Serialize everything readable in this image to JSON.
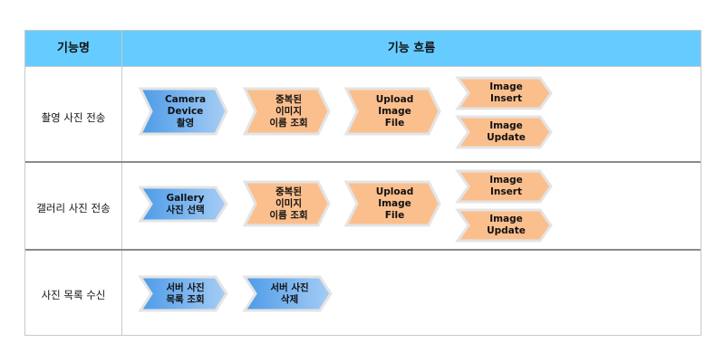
{
  "header": {
    "col1": "기능명",
    "col2": "기능 흐름"
  },
  "colors": {
    "header_bg": "#66ccff",
    "blue_start": "#4d9be8",
    "blue_end": "#a6cdf5",
    "orange": "#fbbf8e"
  },
  "rows": [
    {
      "name": "촬영 사진 전송",
      "steps": [
        "Camera\nDevice\n촬영",
        "중복된\n이미지\n이름 조회",
        "Upload\nImage\nFile",
        "Image\nInsert",
        "Image\nUpdate"
      ]
    },
    {
      "name": "갤러리 사진 전송",
      "steps": [
        "Gallery\n사진 선택",
        "중복된\n이미지\n이름 조회",
        "Upload\nImage\nFile",
        "Image\nInsert",
        "Image\nUpdate"
      ]
    },
    {
      "name": "사진 목록 수신",
      "steps": [
        "서버 사진\n목록 조회",
        "서버 사진\n삭제"
      ]
    }
  ]
}
